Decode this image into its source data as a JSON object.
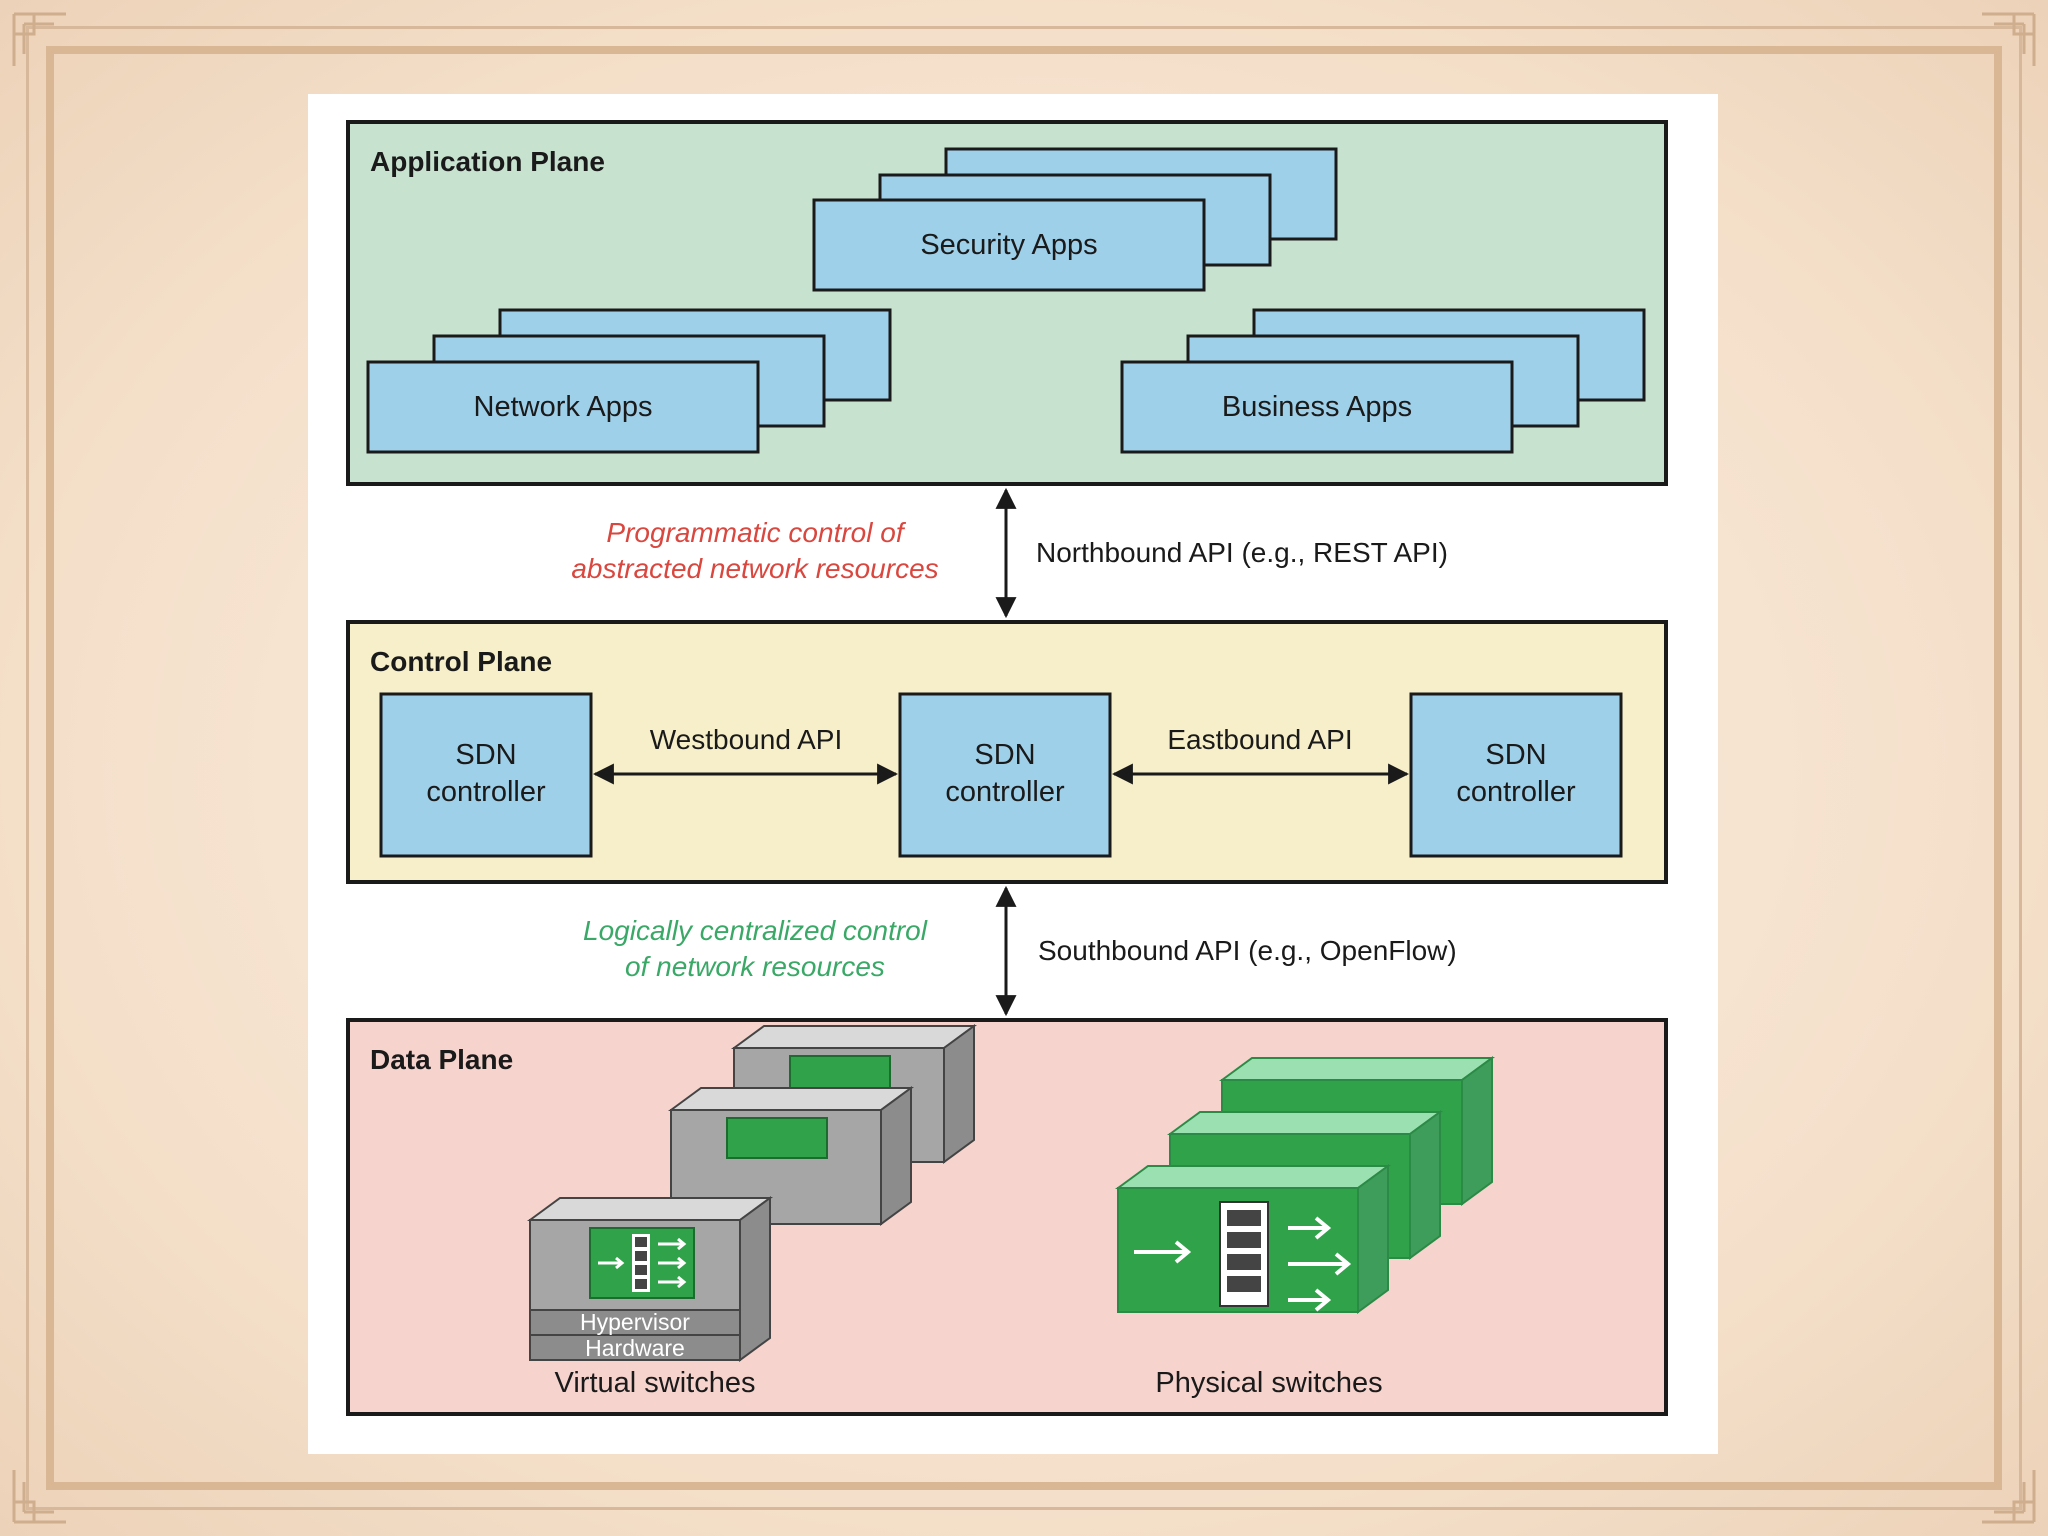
{
  "application_plane": {
    "title": "Application Plane",
    "security_apps": "Security Apps",
    "network_apps": "Network Apps",
    "business_apps": "Business Apps"
  },
  "northbound": {
    "note_line1": "Programmatic control of",
    "note_line2": "abstracted network resources",
    "api_label": "Northbound API (e.g., REST API)"
  },
  "control_plane": {
    "title": "Control Plane",
    "controller_line1": "SDN",
    "controller_line2": "controller",
    "westbound_label": "Westbound API",
    "eastbound_label": "Eastbound API"
  },
  "southbound": {
    "note_line1": "Logically centralized control",
    "note_line2": "of network resources",
    "api_label": "Southbound API (e.g., OpenFlow)"
  },
  "data_plane": {
    "title": "Data Plane",
    "hypervisor_label": "Hypervisor",
    "hardware_label": "Hardware",
    "virtual_switches_label": "Virtual switches",
    "physical_switches_label": "Physical switches"
  },
  "colors": {
    "application_plane_fill": "#c8e2d0",
    "control_plane_fill": "#f6efc9",
    "data_plane_fill": "#f6d3cd",
    "app_box_fill": "#9fd0ea",
    "red_note": "#d9473f",
    "green_note": "#3aa866"
  }
}
